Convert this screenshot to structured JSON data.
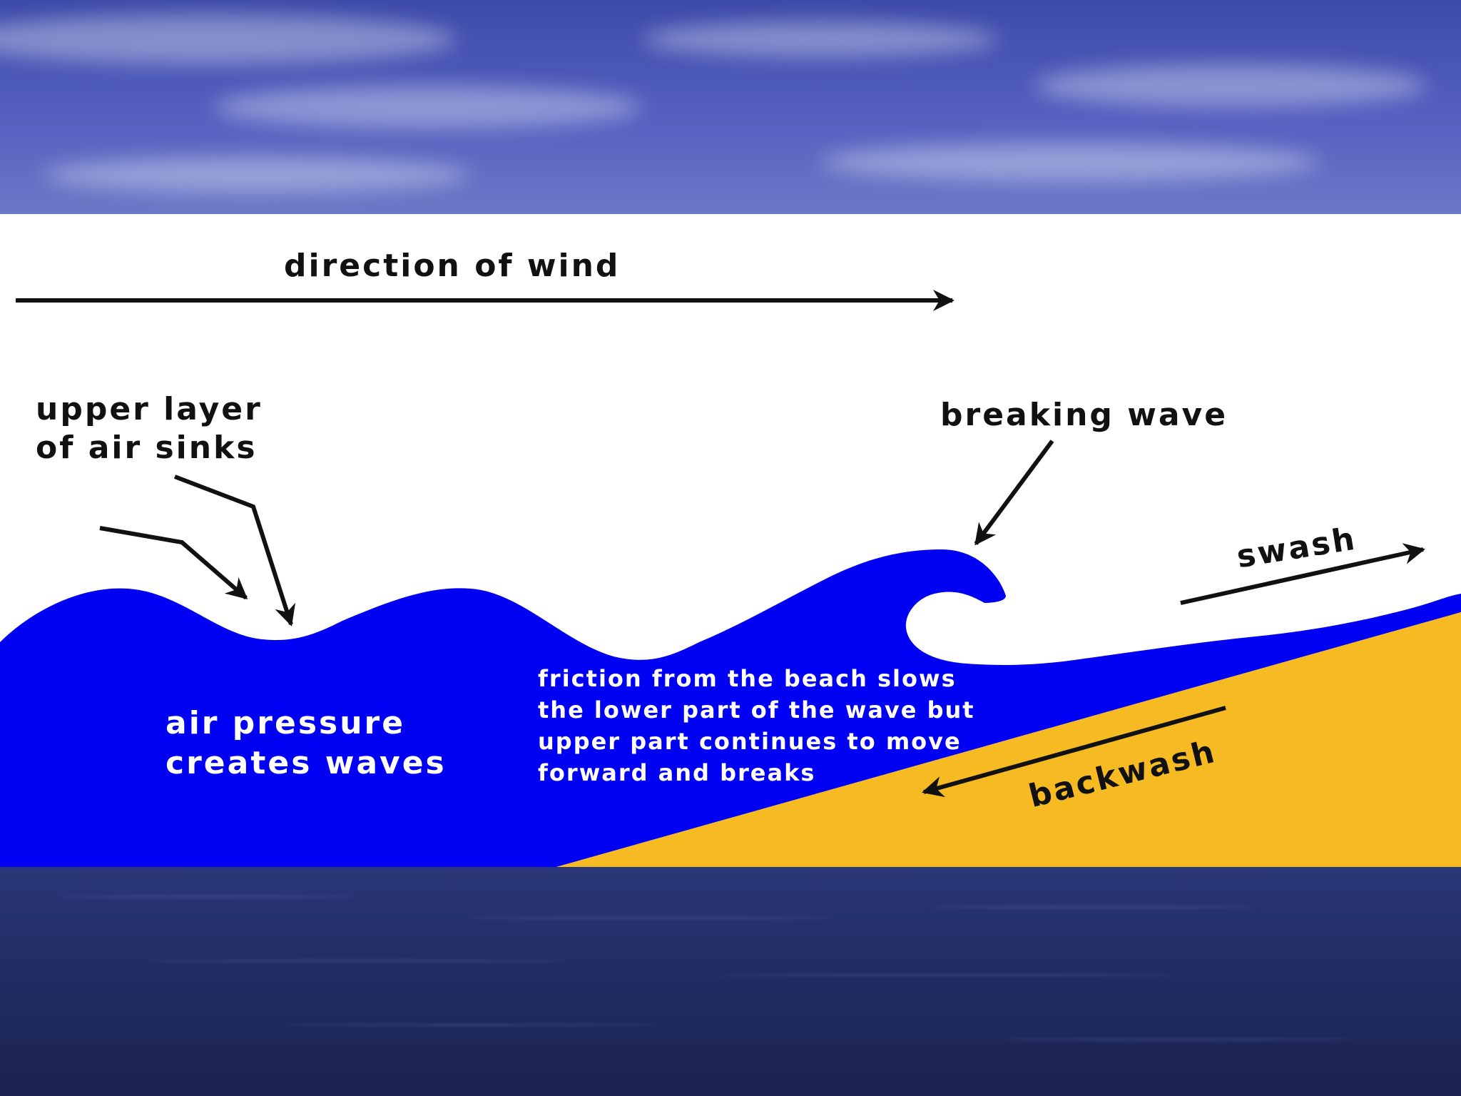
{
  "labels": {
    "wind": "direction of wind",
    "upper_layer": [
      "upper layer",
      "of air sinks"
    ],
    "breaking_wave": "breaking wave",
    "swash": "swash",
    "backwash": "backwash",
    "air_pressure": [
      "air pressure",
      "creates waves"
    ],
    "friction": [
      "friction from the beach slows",
      "the lower part of the wave but",
      "upper part continues to move",
      "forward and breaks"
    ]
  },
  "colors": {
    "water": "#0000f2",
    "sand": "#f6bb22",
    "arrow": "#111111",
    "panel": "#ffffff"
  }
}
